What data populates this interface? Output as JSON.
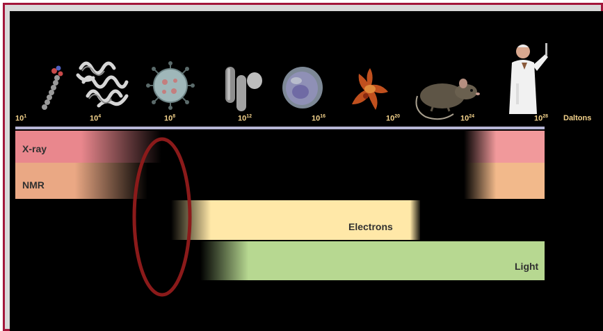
{
  "axis": {
    "ticks": [
      {
        "base": "10",
        "exp": "1"
      },
      {
        "base": "10",
        "exp": "4"
      },
      {
        "base": "10",
        "exp": "8"
      },
      {
        "base": "10",
        "exp": "12"
      },
      {
        "base": "10",
        "exp": "16"
      },
      {
        "base": "10",
        "exp": "20"
      },
      {
        "base": "10",
        "exp": "24"
      },
      {
        "base": "10",
        "exp": "28"
      }
    ],
    "unit": "Daltons"
  },
  "methods": {
    "xray": "X-ray",
    "nmr": "NMR",
    "electrons": "Electrons",
    "light": "Light"
  },
  "specimens": [
    "small-molecule-icon",
    "protein-ribbon-icon",
    "virus-icon",
    "bacterium-icon",
    "cell-icon",
    "fly-icon",
    "mouse-icon",
    "scientist-icon"
  ],
  "colors": {
    "border": "#a3163a",
    "axis_label": "#f3d28b",
    "axis_line": "#b7b6d6",
    "xray": "#e9878d",
    "nmr": "#eaa884",
    "electrons": "#ffe8a8",
    "light": "#b7d891",
    "highlight_ellipse": "#8b1a1a"
  }
}
